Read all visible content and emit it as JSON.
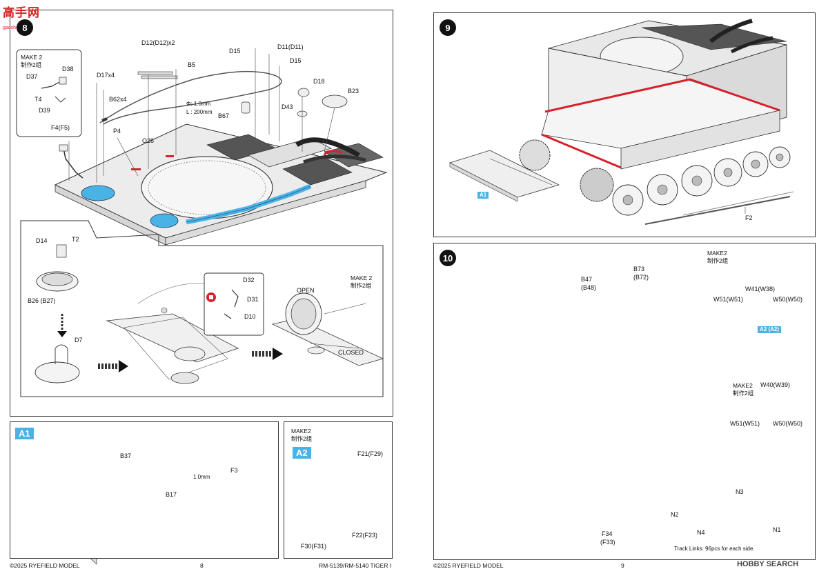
{
  "watermark": {
    "logo_main": "高手网",
    "logo_sub": "gaoshou.com"
  },
  "left_page": {
    "step_number": "8",
    "labels": {
      "d12": "D12(D12)x2",
      "d15a": "D15",
      "d11": "D11(D11)",
      "d15b": "D15",
      "b5": "B5",
      "d17": "D17x4",
      "b62": "B62x4",
      "phi": "Φ: 1.0mm",
      "len": "L : 200mm",
      "b67": "B67",
      "d18": "D18",
      "d43": "D43",
      "b23": "B23",
      "p4": "P4",
      "o26": "O26",
      "d37": "D37",
      "d38": "D38",
      "t4": "T4",
      "d39": "D39",
      "f4": "F4(F5)",
      "d14": "D14",
      "t2": "T2",
      "b26": "B26 (B27)",
      "d7": "D7",
      "d32": "D32",
      "d31": "D31",
      "d10": "D10",
      "open": "OPEN",
      "closed": "CLOSED"
    },
    "make2_a": {
      "title": "MAKE 2",
      "subtitle": "制作2组"
    },
    "make2_b": {
      "title": "MAKE 2",
      "subtitle": "制作2组"
    },
    "a1": {
      "tag": "A1",
      "b37": "B37",
      "b17": "B17",
      "f3": "F3",
      "mm": "1.0mm"
    },
    "a2": {
      "make": "MAKE2",
      "make_cn": "制作2组",
      "tag": "A2",
      "f21": "F21(F29)",
      "f22": "F22(F23)",
      "f30": "F30(F31)"
    },
    "footer": {
      "copyright": "©2025 RYEFIELD MODEL",
      "page": "8",
      "model": "RM-5139/RM-5140 TIGER I"
    }
  },
  "right_page": {
    "step9": {
      "number": "9",
      "a1_tag": "A1",
      "f2": "F2"
    },
    "step10": {
      "number": "10",
      "b47": "B47",
      "b48": "(B48)",
      "b73": "B73",
      "b72": "(B72)",
      "make2_top": {
        "title": "MAKE2",
        "subtitle": "制作2组",
        "w41": "W41(W38)",
        "w51": "W51(W51)",
        "w50": "W50(W50)"
      },
      "a2_tag": "A2 (A2)",
      "make2_bot": {
        "title": "MAKE2",
        "subtitle": "制作2组",
        "w40": "W40(W39)",
        "w51": "W51(W51)",
        "w50": "W50(W50)"
      },
      "f34": "F34",
      "f33": "(F33)",
      "n1": "N1",
      "n2": "N2",
      "n3": "N3",
      "n4": "N4",
      "track_note": "Track Links: 96pcs for each side."
    },
    "footer": {
      "copyright": "©2025 RYEFIELD MODEL",
      "page": "9",
      "watermark": "HOBBY SEARCH"
    }
  },
  "colors": {
    "accent_blue": "#4ab3e6",
    "part_red": "#d9202a",
    "ink": "#111111"
  }
}
